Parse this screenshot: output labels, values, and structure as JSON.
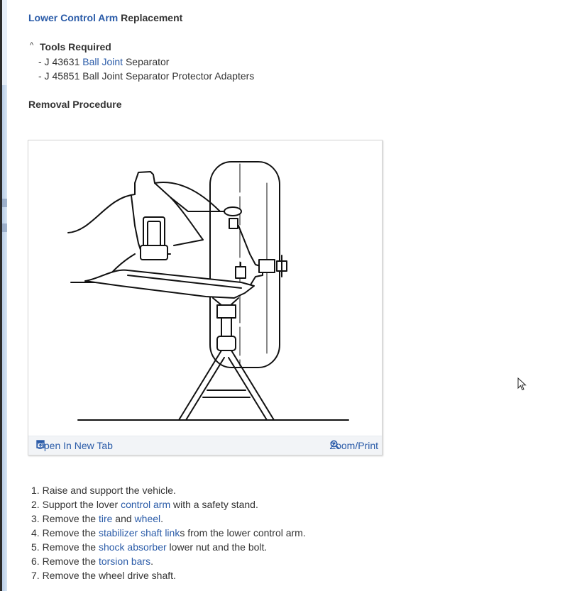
{
  "title": {
    "link_text": "Lower Control Arm",
    "rest_text": " Replacement"
  },
  "tools": {
    "heading": "Tools Required",
    "toggle_glyph": "^",
    "items": [
      {
        "prefix": "-  J 43631 ",
        "link": "Ball Joint",
        "suffix": " Separator"
      },
      {
        "prefix": "-  J 45851 Ball Joint Separator Protector Adapters",
        "link": "",
        "suffix": ""
      }
    ]
  },
  "section": {
    "heading": "Removal Procedure"
  },
  "figure": {
    "description": "Line drawing of lower control arm supported by safety stand with wheel and tire",
    "open_tab_label": "Open In New Tab",
    "open_tab_icon": "open-new-tab-icon",
    "zoom_label": "Zoom/Print",
    "zoom_icon": "zoom-in-icon"
  },
  "steps": [
    {
      "num": "1. ",
      "parts": [
        {
          "t": "Raise and support the vehicle.",
          "link": false
        }
      ]
    },
    {
      "num": "2. ",
      "parts": [
        {
          "t": "Support the lover ",
          "link": false
        },
        {
          "t": "control arm",
          "link": true
        },
        {
          "t": " with a safety stand.",
          "link": false
        }
      ]
    },
    {
      "num": "3. ",
      "parts": [
        {
          "t": "Remove the ",
          "link": false
        },
        {
          "t": "tire",
          "link": true
        },
        {
          "t": " and ",
          "link": false
        },
        {
          "t": "wheel",
          "link": true
        },
        {
          "t": ".",
          "link": false
        }
      ]
    },
    {
      "num": "4. ",
      "parts": [
        {
          "t": "Remove the ",
          "link": false
        },
        {
          "t": "stabilizer shaft link",
          "link": true
        },
        {
          "t": "s from the lower control arm.",
          "link": false
        }
      ]
    },
    {
      "num": "5. ",
      "parts": [
        {
          "t": "Remove the ",
          "link": false
        },
        {
          "t": "shock absorber",
          "link": true
        },
        {
          "t": " lower nut and the bolt.",
          "link": false
        }
      ]
    },
    {
      "num": "6. ",
      "parts": [
        {
          "t": "Remove the ",
          "link": false
        },
        {
          "t": "torsion bars",
          "link": true
        },
        {
          "t": ".",
          "link": false
        }
      ]
    },
    {
      "num": "7. ",
      "parts": [
        {
          "t": "Remove the wheel drive shaft.",
          "link": false
        }
      ]
    }
  ],
  "colors": {
    "link": "#2a5ba8",
    "text": "#333333",
    "footer_bg": "#f2f4f7"
  }
}
